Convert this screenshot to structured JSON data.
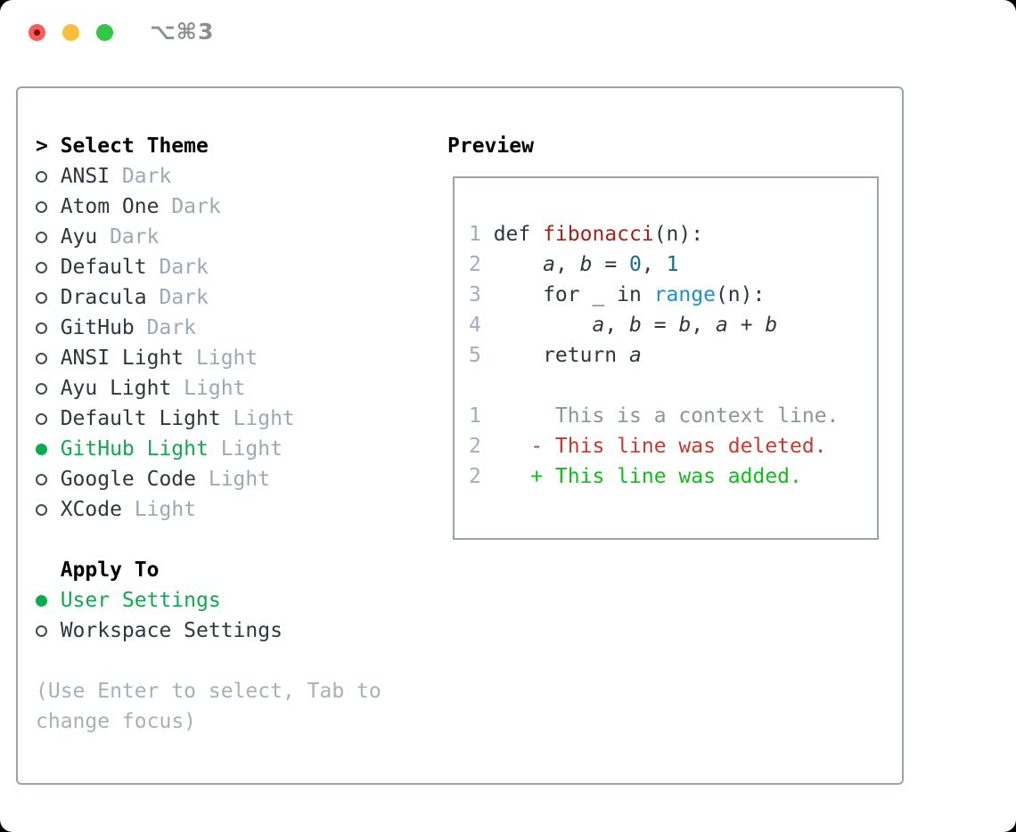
{
  "window": {
    "shortcut": "⌥⌘3",
    "controls": [
      "close-button",
      "minimize-button",
      "zoom-button"
    ]
  },
  "theme_panel": {
    "prompt": ">",
    "title": "Select Theme",
    "items": [
      {
        "label": "ANSI",
        "tag": "Dark",
        "selected": false
      },
      {
        "label": "Atom One",
        "tag": "Dark",
        "selected": false
      },
      {
        "label": "Ayu",
        "tag": "Dark",
        "selected": false
      },
      {
        "label": "Default",
        "tag": "Dark",
        "selected": false
      },
      {
        "label": "Dracula",
        "tag": "Dark",
        "selected": false
      },
      {
        "label": "GitHub",
        "tag": "Dark",
        "selected": false
      },
      {
        "label": "ANSI Light",
        "tag": "Light",
        "selected": false
      },
      {
        "label": "Ayu Light",
        "tag": "Light",
        "selected": false
      },
      {
        "label": "Default Light",
        "tag": "Light",
        "selected": false
      },
      {
        "label": "GitHub Light",
        "tag": "Light",
        "selected": true
      },
      {
        "label": "Google Code",
        "tag": "Light",
        "selected": false
      },
      {
        "label": "XCode",
        "tag": "Light",
        "selected": false
      }
    ],
    "apply_to": {
      "title": "Apply To",
      "options": [
        {
          "label": "User Settings",
          "selected": true
        },
        {
          "label": "Workspace Settings",
          "selected": false
        }
      ]
    },
    "hint": "(Use Enter to select, Tab to change focus)"
  },
  "preview": {
    "title": "Preview",
    "code_lines": [
      {
        "num": "1",
        "segments": [
          {
            "t": "def ",
            "c": "plain"
          },
          {
            "t": "fibonacci",
            "c": "func"
          },
          {
            "t": "(n):",
            "c": "plain"
          }
        ]
      },
      {
        "num": "2",
        "segments": [
          {
            "t": "    ",
            "c": "plain"
          },
          {
            "t": "a",
            "c": "var"
          },
          {
            "t": ", ",
            "c": "plain"
          },
          {
            "t": "b",
            "c": "var"
          },
          {
            "t": " = ",
            "c": "plain"
          },
          {
            "t": "0",
            "c": "num"
          },
          {
            "t": ", ",
            "c": "plain"
          },
          {
            "t": "1",
            "c": "num"
          }
        ]
      },
      {
        "num": "3",
        "segments": [
          {
            "t": "    for _ in ",
            "c": "plain"
          },
          {
            "t": "range",
            "c": "builtin"
          },
          {
            "t": "(n):",
            "c": "plain"
          }
        ]
      },
      {
        "num": "4",
        "segments": [
          {
            "t": "        ",
            "c": "plain"
          },
          {
            "t": "a",
            "c": "var"
          },
          {
            "t": ", ",
            "c": "plain"
          },
          {
            "t": "b",
            "c": "var"
          },
          {
            "t": " = ",
            "c": "plain"
          },
          {
            "t": "b",
            "c": "var"
          },
          {
            "t": ", ",
            "c": "plain"
          },
          {
            "t": "a",
            "c": "var"
          },
          {
            "t": " + ",
            "c": "plain"
          },
          {
            "t": "b",
            "c": "var"
          }
        ]
      },
      {
        "num": "5",
        "segments": [
          {
            "t": "    return ",
            "c": "plain"
          },
          {
            "t": "a",
            "c": "var"
          }
        ]
      }
    ],
    "diff_lines": [
      {
        "num": "1",
        "segments": [
          {
            "t": "     This is a context line.",
            "c": "context"
          }
        ]
      },
      {
        "num": "2",
        "segments": [
          {
            "t": "   - This line was deleted.",
            "c": "deleted"
          }
        ]
      },
      {
        "num": "2",
        "segments": [
          {
            "t": "   + This line was added.",
            "c": "added"
          }
        ]
      }
    ]
  },
  "colors": {
    "accent_green": "#0cab50",
    "added_green": "#0cc019",
    "deleted_red": "#c8392e",
    "function_red": "#a3241d",
    "builtin_blue": "#1b8fd3",
    "number_teal": "#11707e",
    "context_gray": "#8d949e",
    "line_number": "#a2adbb",
    "text_dark": "#30363d",
    "tag_gray": "#9da8b4",
    "hint_gray": "#a7b0ba",
    "border_gray": "#9aa2ad",
    "titlebar_gray": "#8a8d91",
    "traffic_red": "#f75d54",
    "traffic_red_dot": "#7b110b",
    "traffic_yellow": "#fabd3c",
    "traffic_green": "#33c748"
  }
}
